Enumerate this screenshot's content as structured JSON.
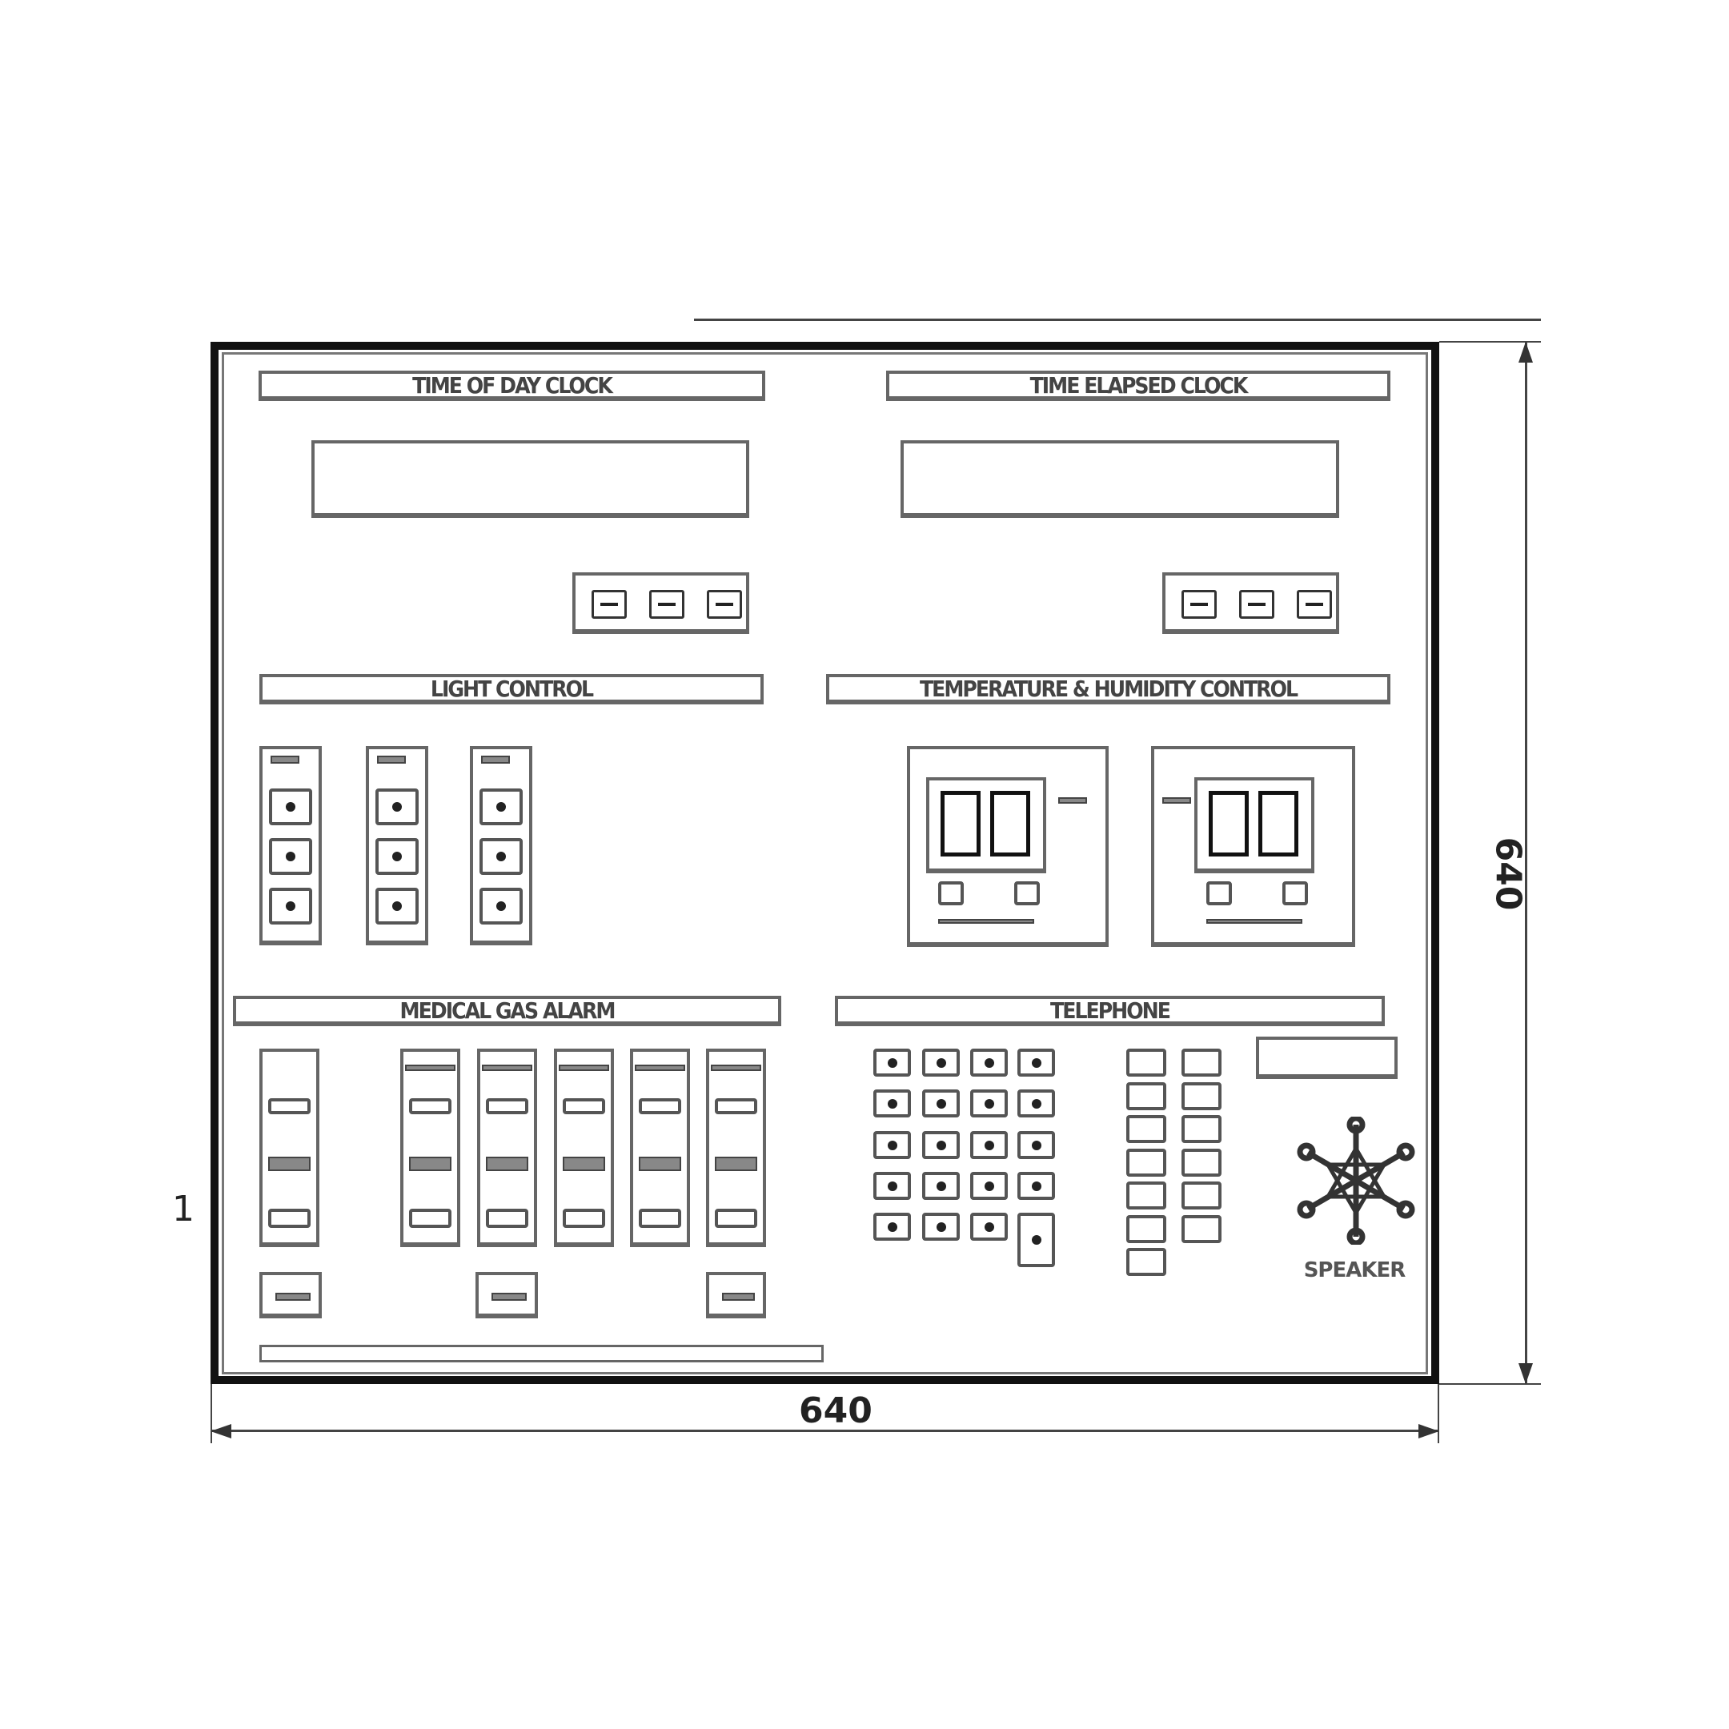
{
  "panel": {
    "sections": {
      "time_of_day": "TIME OF DAY CLOCK",
      "time_elapsed": "TIME ELAPSED CLOCK",
      "light_control": "LIGHT CONTROL",
      "temp_humidity": "TEMPERATURE & HUMIDITY CONTROL",
      "medical_gas": "MEDICAL GAS ALARM",
      "telephone": "TELEPHONE"
    },
    "speaker_label": "SPEAKER",
    "speaker_icon": "speaker-grille-icon"
  },
  "dimensions": {
    "width": "640",
    "height": "640",
    "side_mark": "1"
  }
}
